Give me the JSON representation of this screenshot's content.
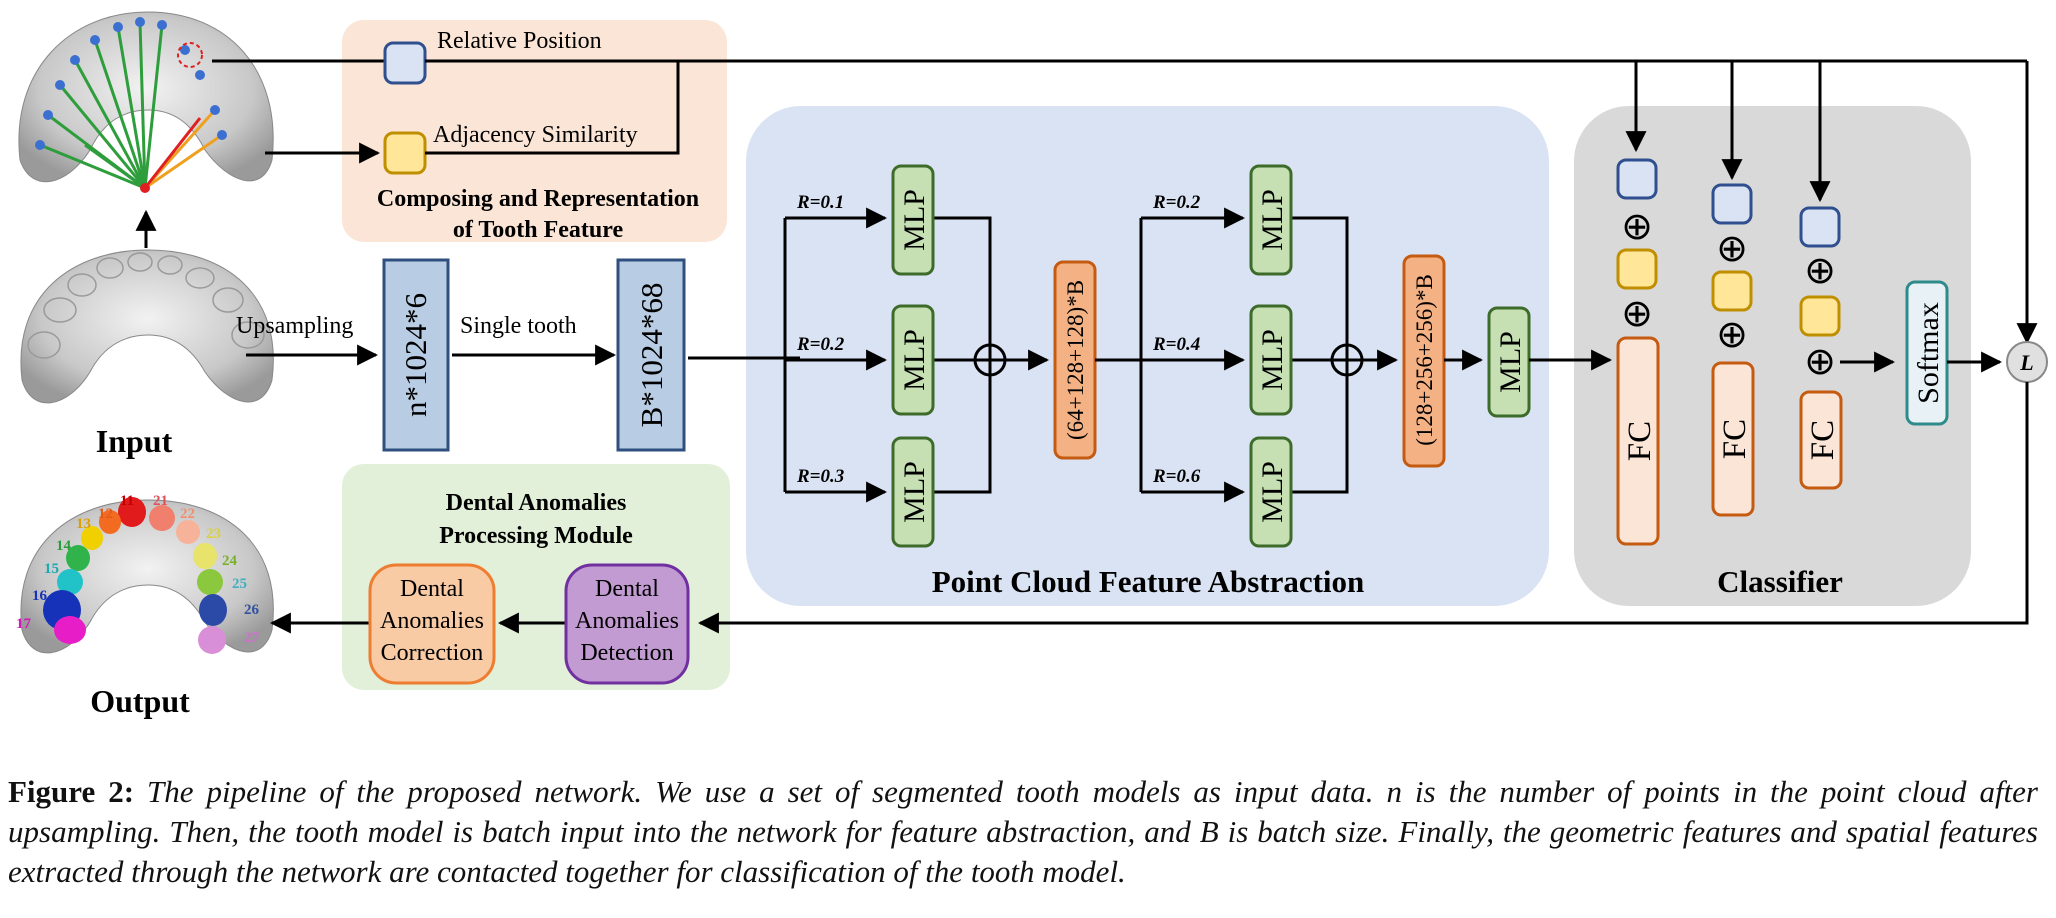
{
  "input_label": "Input",
  "output_label": "Output",
  "upsampling_label": "Upsampling",
  "single_tooth_label": "Single tooth",
  "n_tensor": "n*1024*6",
  "b_tensor": "B*1024*68",
  "feature_panel": {
    "relative_position": "Relative Position",
    "adjacency_similarity": "Adjacency Similarity",
    "title_line1": "Composing and Representation",
    "title_line2": "of Tooth Feature"
  },
  "anomaly_panel": {
    "title_line1": "Dental Anomalies",
    "title_line2": "Processing Module",
    "correction": [
      "Dental",
      "Anomalies",
      "Correction"
    ],
    "detection": [
      "Dental",
      "Anomalies",
      "Detection"
    ]
  },
  "pcfa": {
    "title": "Point Cloud Feature Abstraction",
    "mlp": "MLP",
    "stage1_radii": [
      "R=0.1",
      "R=0.2",
      "R=0.3"
    ],
    "stage2_radii": [
      "R=0.2",
      "R=0.4",
      "R=0.6"
    ],
    "concat1": "(64+128+128)*B",
    "concat2": "(128+256+256)*B"
  },
  "classifier": {
    "title": "Classifier",
    "fc": "FC",
    "softmax": "Softmax",
    "loss": "L"
  },
  "tooth_numbers": [
    "11",
    "12",
    "13",
    "14",
    "15",
    "16",
    "17",
    "21",
    "22",
    "23",
    "24",
    "25",
    "26",
    "27"
  ],
  "caption": {
    "label": "Figure 2:",
    "text": "The pipeline of the proposed network. We use a set of segmented tooth models as input data. n is the number of points in the point cloud after upsampling. Then, the tooth model is batch input into the network for feature abstraction, and B is batch size. Finally, the geometric features and spatial features extracted through the network are contacted together for classification of the tooth model."
  },
  "colors": {
    "blue_box": "#b8cce4",
    "blue_box_border": "#2f4f7f",
    "mlp_fill": "#c6e0b4",
    "mlp_border": "#3d6b2a",
    "orange_fill": "#f4b183",
    "orange_border": "#c55a11",
    "feature_panel": "#fbe5d6",
    "anomaly_panel": "#e2efd9",
    "pcfa_panel": "#dae3f3",
    "classifier_panel": "#d9d9d9",
    "softmax_border": "#2e8b8b",
    "detection_fill": "#c39bd3",
    "correction_fill": "#f8cba5"
  }
}
